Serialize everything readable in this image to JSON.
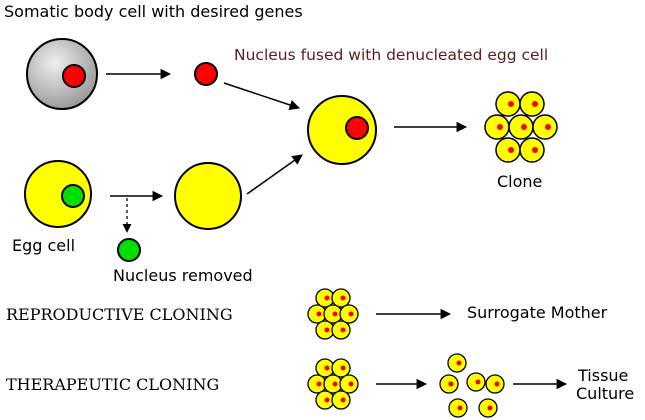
{
  "labels": {
    "somatic": "Somatic body cell with desired genes",
    "fused": "Nucleus fused with denucleated egg cell",
    "clone": "Clone",
    "egg": "Egg cell",
    "removed": "Nucleus removed",
    "reproductive": "REPRODUCTIVE CLONING",
    "surrogate": "Surrogate Mother",
    "therapeutic": "THERAPEUTIC CLONING",
    "tissue_line1": "Tissue",
    "tissue_line2": "Culture"
  },
  "colors": {
    "cell_yellow": "#ffff00",
    "somatic_gray": "#c0c0c0",
    "nucleus_red": "#ff0000",
    "nucleus_green": "#00e000",
    "fused_text": "#5a2020"
  }
}
